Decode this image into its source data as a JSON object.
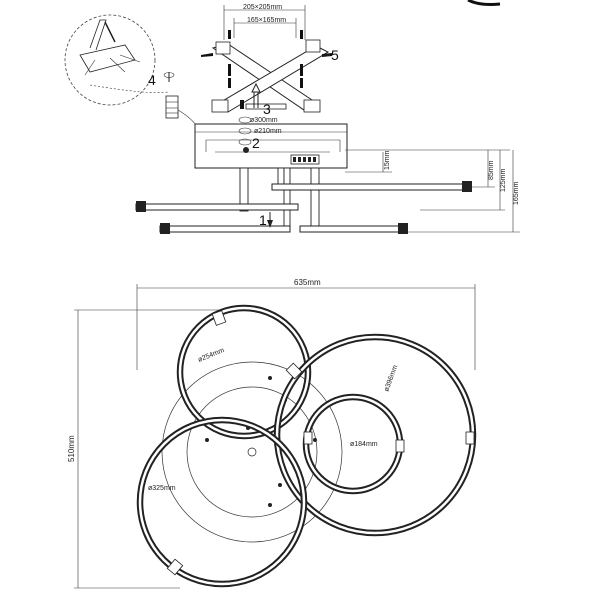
{
  "top_view": {
    "plate_dims": {
      "outer": "205×205mm",
      "inner": "165×165mm"
    },
    "canopy_dims": {
      "d300": "ø300mm",
      "d210": "ø210mm"
    },
    "height_dims": {
      "h15": "15mm",
      "h85": "85mm",
      "h125": "125mm",
      "h165": "165mm"
    },
    "steps": {
      "s1": "1",
      "s2": "2",
      "s3": "3",
      "s4": "4",
      "s5": "5"
    }
  },
  "plan_view": {
    "width": "635mm",
    "height": "510mm",
    "rings": [
      "ø254mm",
      "ø396mm",
      "ø184mm",
      "ø325mm"
    ]
  }
}
